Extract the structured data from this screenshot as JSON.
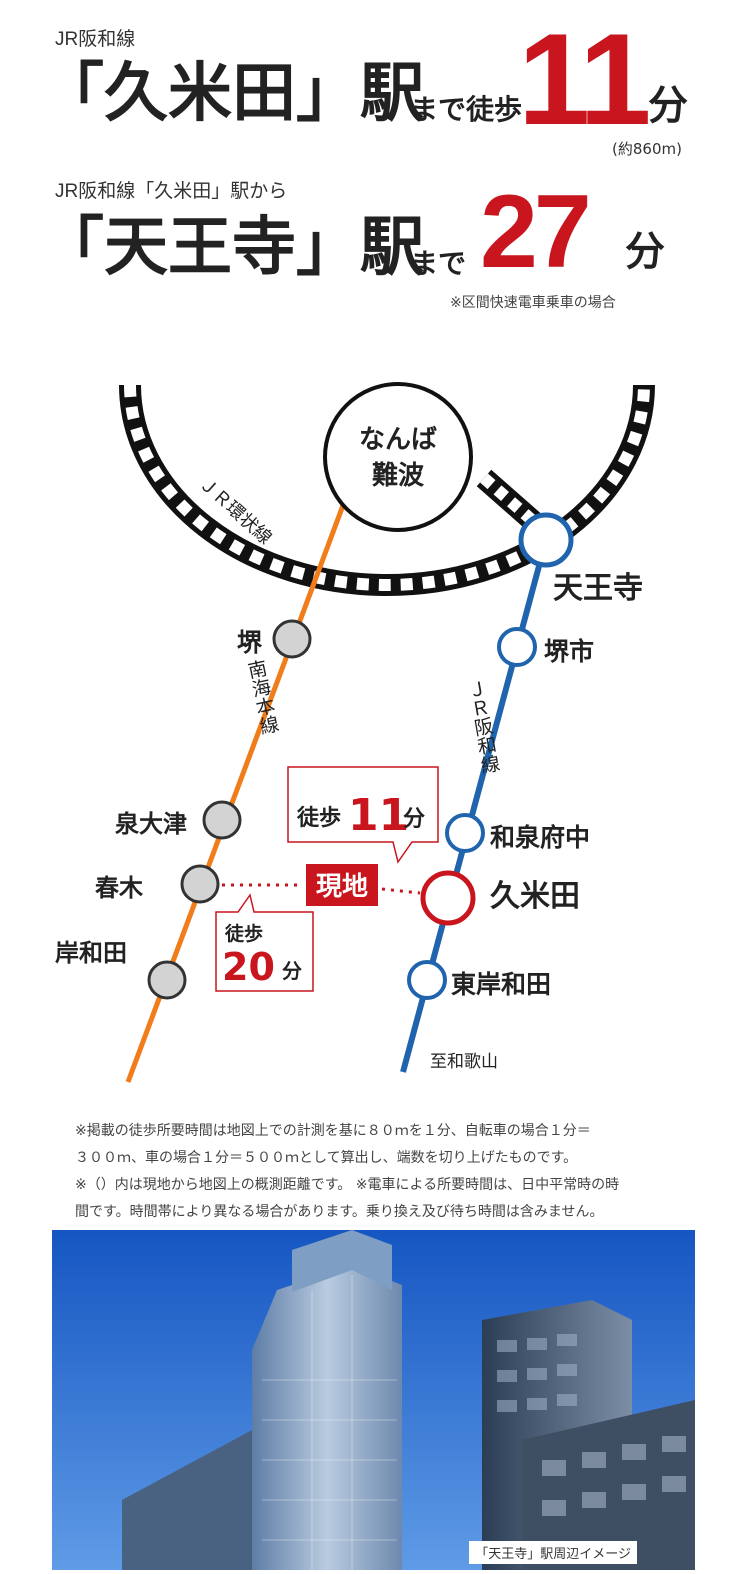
{
  "header1": {
    "line_label": "JR阪和線",
    "station": "「久米田」駅",
    "suffix": "まで徒歩",
    "minutes": "11",
    "unit": "分",
    "distance": "(約860m)"
  },
  "header2": {
    "line_label": "JR阪和線「久米田」駅から",
    "station": "「天王寺」駅",
    "suffix": "まで",
    "minutes": "27",
    "unit": "分",
    "note": "※区間快速電車乗車の場合"
  },
  "map": {
    "loop_line": "ＪＲ環状線",
    "namba_line1": "なんば",
    "namba_line2": "難波",
    "tennoji": "天王寺",
    "sakaishi": "堺市",
    "hanwa_line": "ＪＲ阪和線",
    "izumifuchu": "和泉府中",
    "kumeda": "久米田",
    "higashikishiwada": "東岸和田",
    "to_wakayama": "至和歌山",
    "sakai": "堺",
    "nankai_line": "南海本線",
    "izumiotsu": "泉大津",
    "haruki": "春木",
    "kishiwada": "岸和田",
    "current": "現地",
    "walk1_label": "徒歩",
    "walk1_min": "11",
    "walk1_unit": "分",
    "walk2_label": "徒歩",
    "walk2_min": "20",
    "walk2_unit": "分"
  },
  "notes": {
    "line1": "※掲載の徒歩所要時間は地図上での計測を基に８０ｍを１分、自転車の場合１分＝",
    "line2": "３００ｍ、車の場合１分＝５００ｍとして算出し、端数を切り上げたものです。",
    "line3": "※（）内は現地から地図上の概測距離です。 ※電車による所要時間は、日中平常時の時",
    "line4": "間です。時間帯により異なる場合があります。乗り換え及び待ち時間は含みません。"
  },
  "photo": {
    "caption": "「天王寺」駅周辺イメージ"
  },
  "colors": {
    "accent_red": "#c9151e",
    "nankai_orange": "#f07d1a",
    "hanwa_blue": "#1f64ad",
    "station_gray": "#d3d3d3"
  }
}
